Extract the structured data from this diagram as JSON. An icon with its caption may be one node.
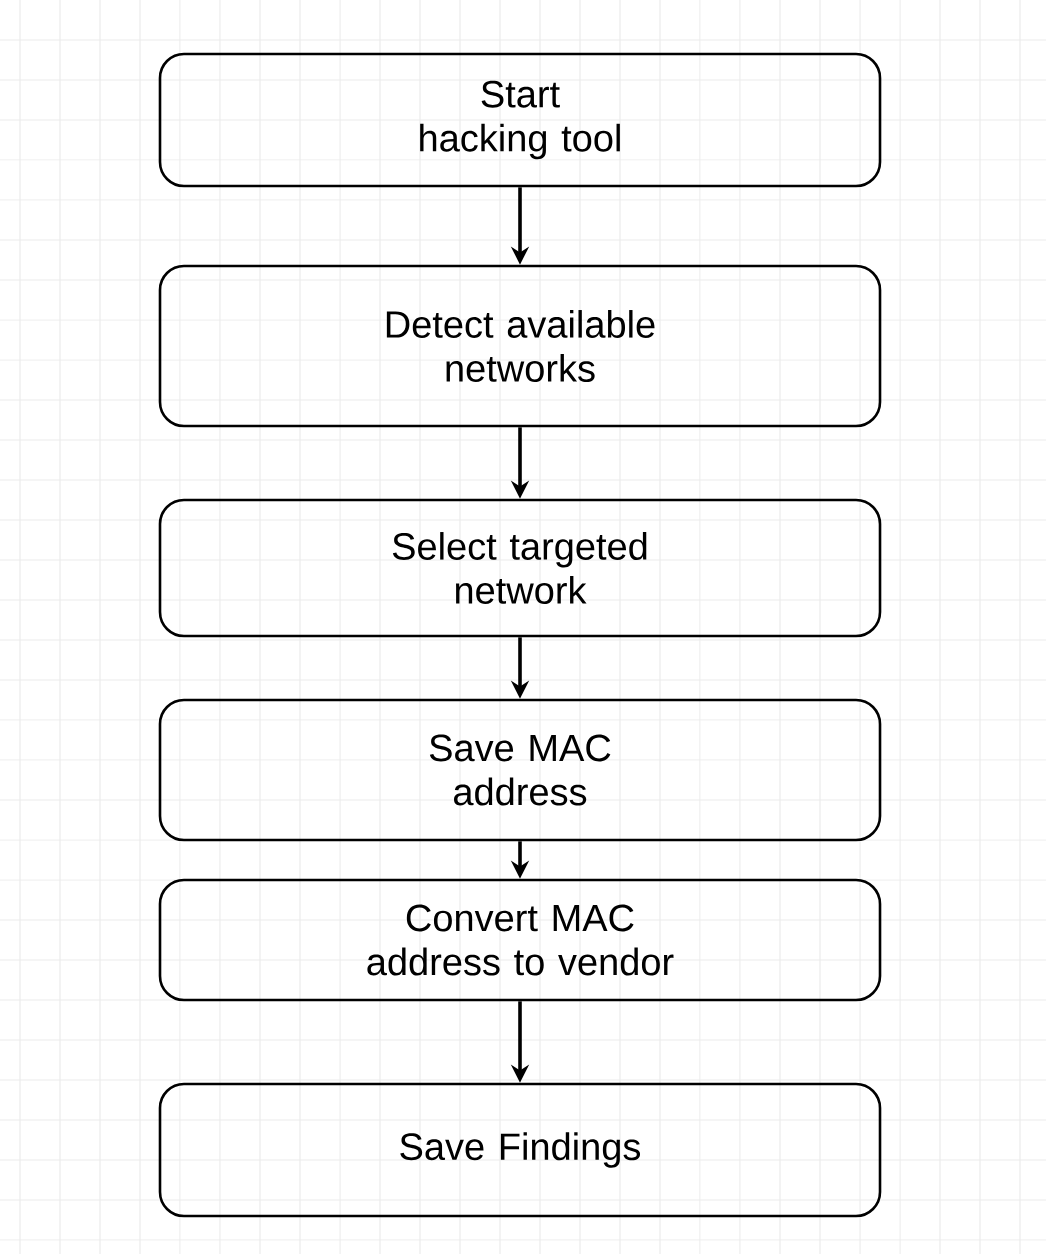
{
  "diagram": {
    "nodes": [
      {
        "text": [
          "Start hacking tool"
        ]
      },
      {
        "text": [
          "Detect available networks"
        ]
      },
      {
        "text": [
          "Select targeted network"
        ]
      },
      {
        "text": [
          "Save MAC address"
        ]
      },
      {
        "text": [
          "Convert MAC address to vendor"
        ]
      },
      {
        "text": [
          "Save Findings"
        ]
      }
    ],
    "edges": [
      {
        "from": 0,
        "to": 1,
        "arrow": "to"
      },
      {
        "from": 1,
        "to": 2,
        "arrow": "to"
      },
      {
        "from": 2,
        "to": 3,
        "arrow": "to"
      },
      {
        "from": 3,
        "to": 4,
        "arrow": "to"
      },
      {
        "from": 4,
        "to": 5,
        "arrow": "to"
      }
    ]
  }
}
